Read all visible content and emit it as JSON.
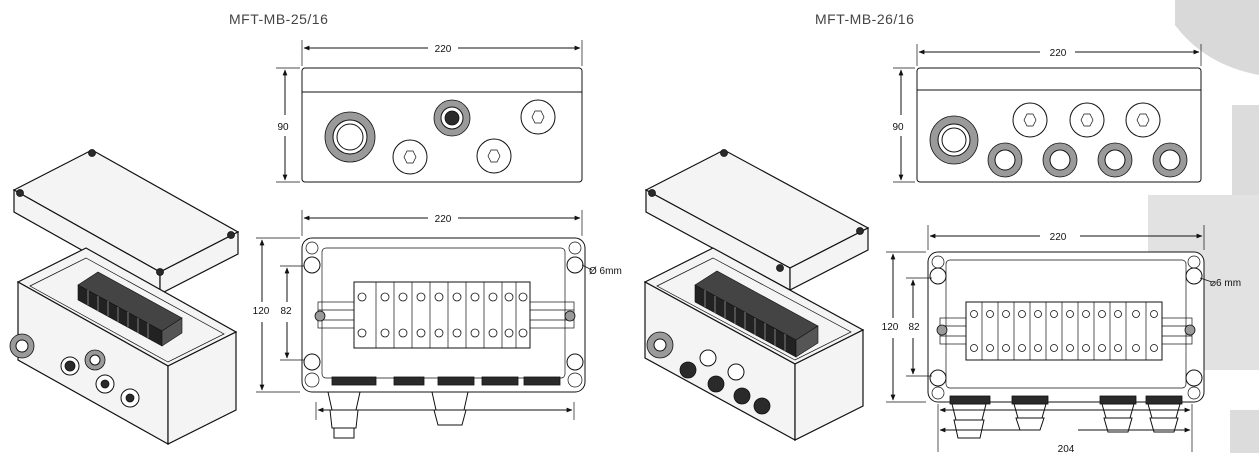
{
  "left": {
    "title": "MFT-MB-25/16",
    "dims": {
      "top_width": "220",
      "top_height": "90",
      "front_width": "220",
      "outer_h": "120",
      "inner_h": "82",
      "hole": "Ø 6mm"
    }
  },
  "right": {
    "title": "MFT-MB-26/16",
    "dims": {
      "top_width": "220",
      "top_height": "90",
      "front_width": "220",
      "outer_h": "120",
      "inner_h": "82",
      "hole": "⌀6 mm",
      "bottom_width": "204"
    }
  }
}
